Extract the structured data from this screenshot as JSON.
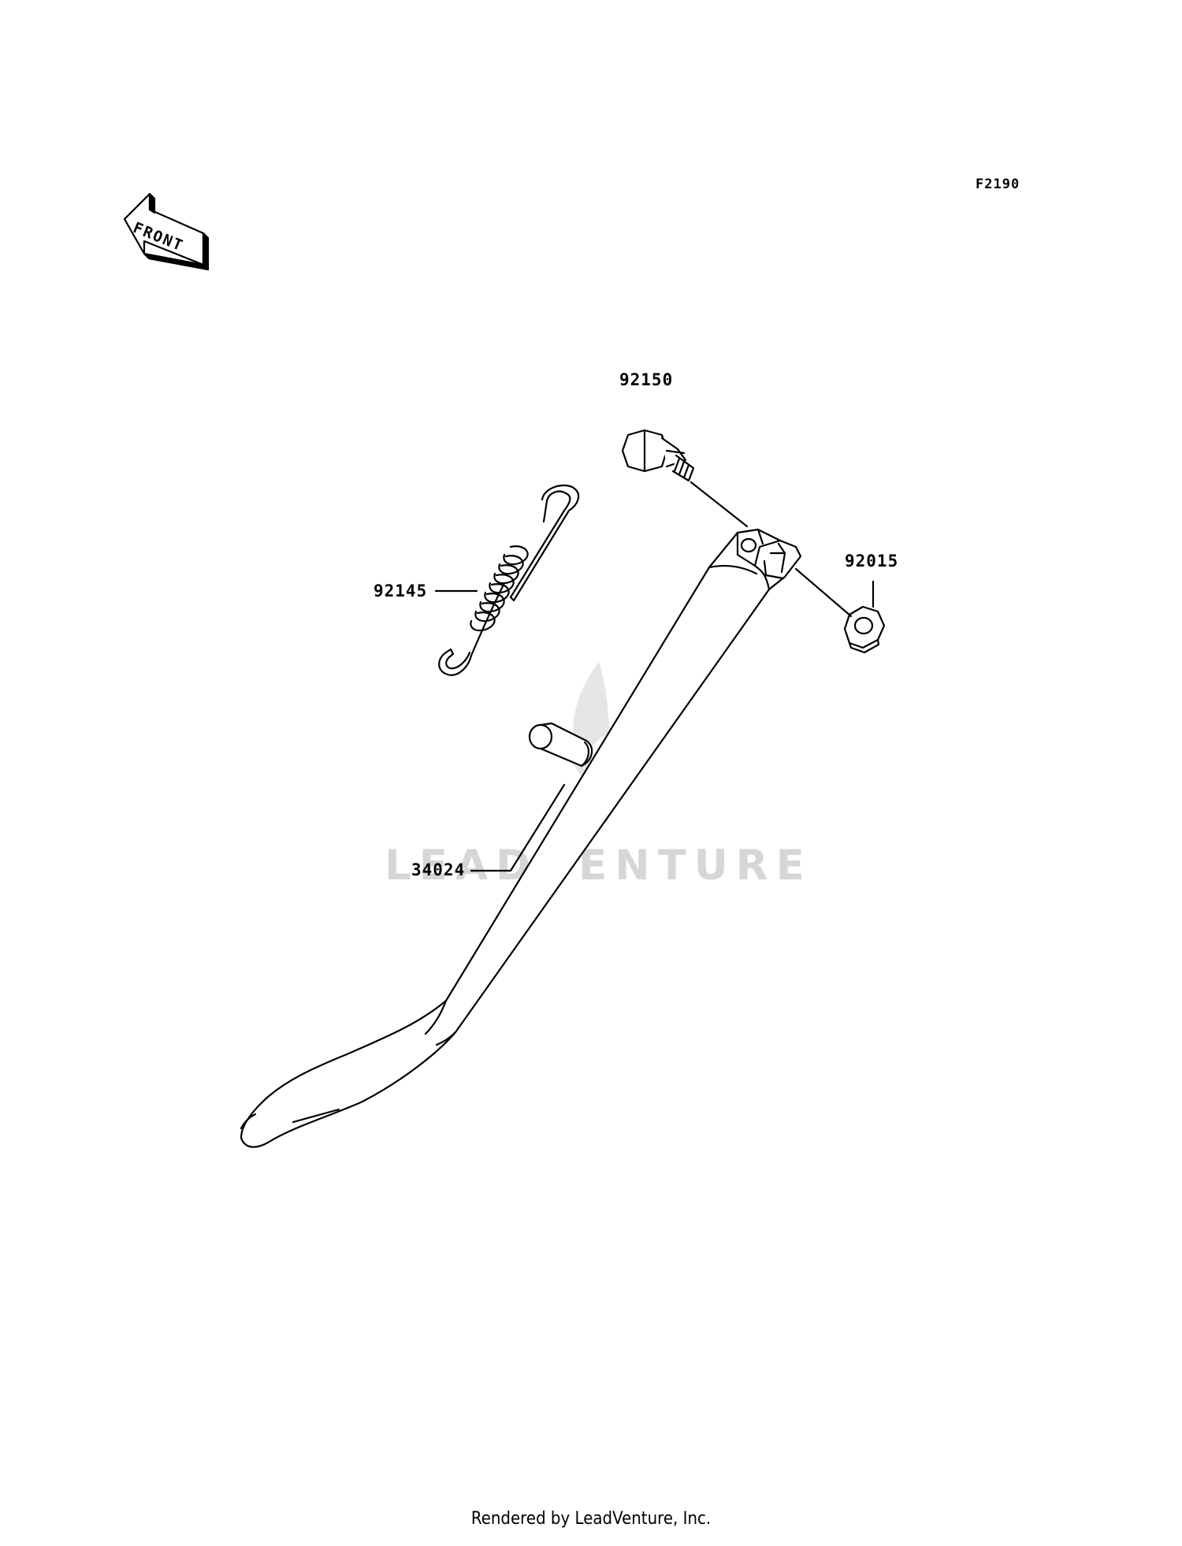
{
  "diagram": {
    "figure_code": "F2190",
    "front_arrow_text": "FRONT",
    "watermark": "LEADVENTURE",
    "footer": "Rendered by LeadVenture, Inc.",
    "callouts": [
      {
        "part": "bolt",
        "label": "92150"
      },
      {
        "part": "nut",
        "label": "92015"
      },
      {
        "part": "spring",
        "label": "92145"
      },
      {
        "part": "side-stand",
        "label": "34024"
      }
    ]
  }
}
